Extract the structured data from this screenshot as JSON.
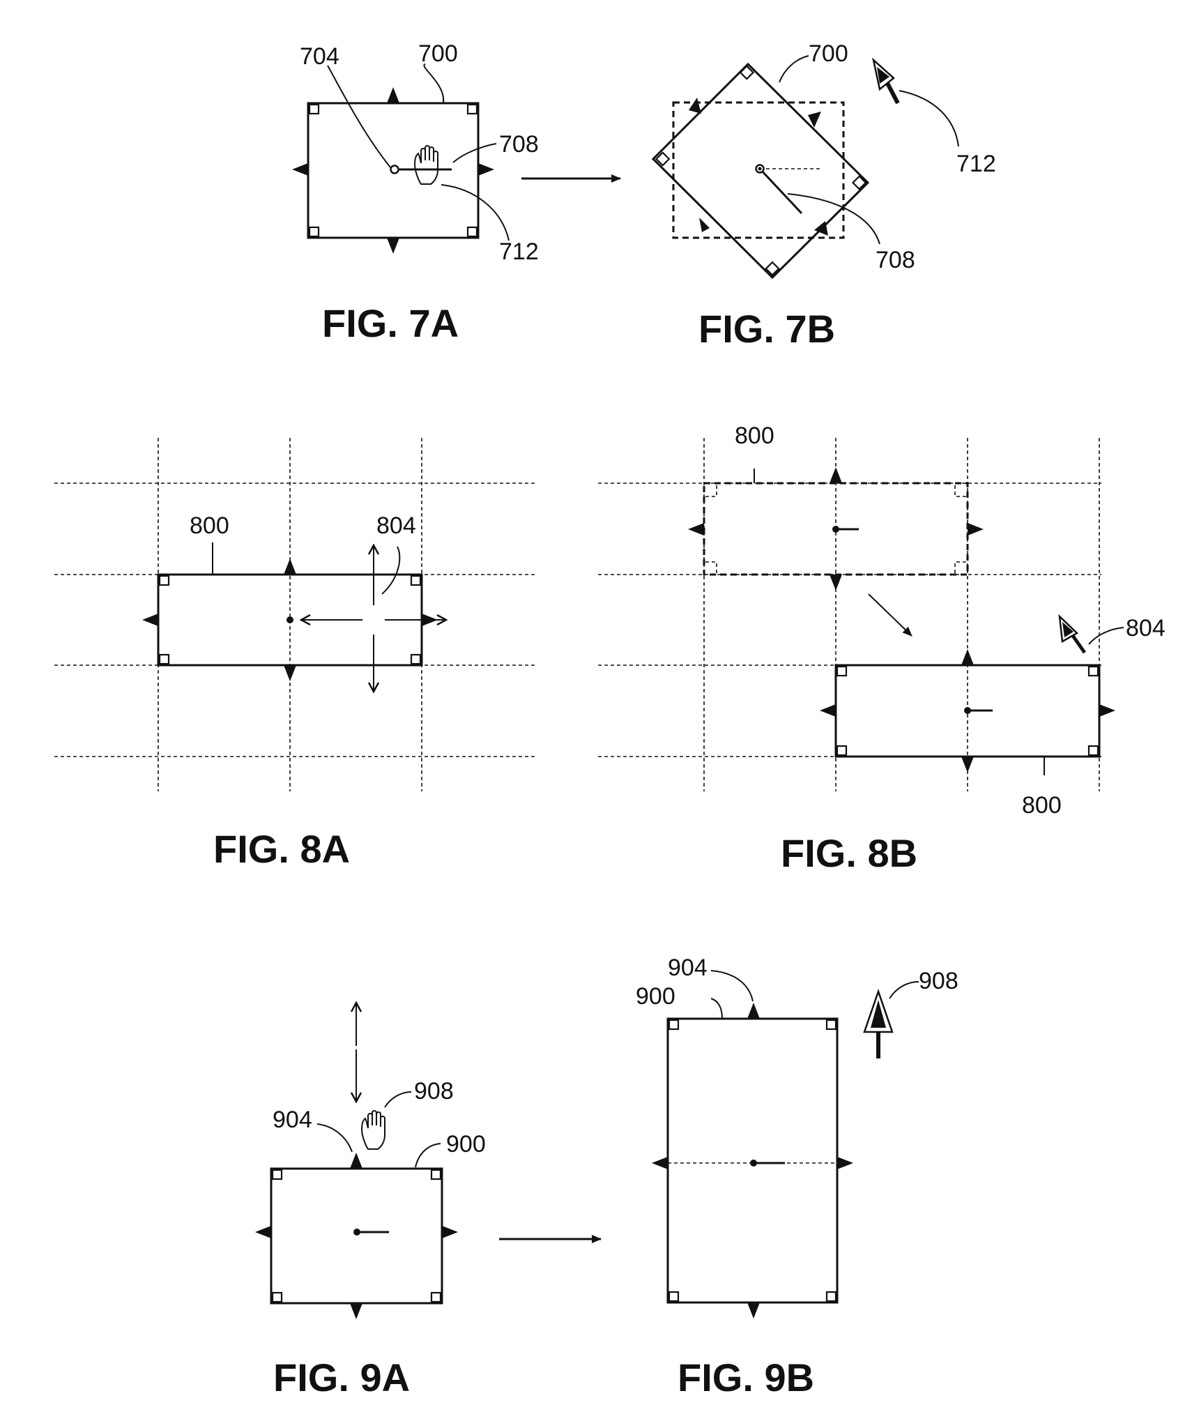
{
  "figures": {
    "fig7a": {
      "caption": "FIG. 7A",
      "labels": {
        "frame": "700",
        "pivot": "704",
        "handle": "708",
        "hand": "712"
      }
    },
    "fig7b": {
      "caption": "FIG.  7B",
      "labels": {
        "frame": "700",
        "handle": "708",
        "pointer": "712"
      }
    },
    "fig8a": {
      "caption": "FIG.  8A",
      "labels": {
        "frame": "800",
        "cursor": "804"
      }
    },
    "fig8b": {
      "caption": "FIG.  8B",
      "labels": {
        "frame_before": "800",
        "frame_after": "800",
        "pointer": "804"
      }
    },
    "fig9a": {
      "caption": "FIG.  9A",
      "labels": {
        "edge": "904",
        "hand": "908",
        "frame": "900"
      }
    },
    "fig9b": {
      "caption": "FIG.  9B",
      "labels": {
        "edge": "904",
        "frame": "900",
        "pointer": "908"
      }
    }
  },
  "icons": [
    "hand-icon",
    "pointer-arrow-icon",
    "move-cursor-icon",
    "handle-triangle-icon",
    "corner-handle-icon"
  ]
}
